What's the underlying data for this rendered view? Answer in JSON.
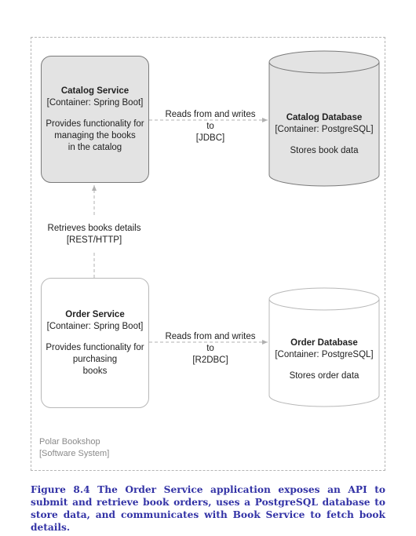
{
  "diagram": {
    "catalog_service": {
      "name": "Catalog Service",
      "type": "[Container: Spring Boot]",
      "description": [
        "Provides functionality for",
        "managing the books",
        "in the catalog"
      ]
    },
    "catalog_database": {
      "name": "Catalog Database",
      "type": "[Container: PostgreSQL]",
      "description": "Stores book data"
    },
    "order_service": {
      "name": "Order Service",
      "type": "[Container: Spring Boot]",
      "description": [
        "Provides functionality for purchasing",
        "books"
      ]
    },
    "order_database": {
      "name": "Order Database",
      "type": "[Container: PostgreSQL]",
      "description": "Stores order data"
    },
    "edges": {
      "catalog_to_db": {
        "label": "Reads from and writes to",
        "tech": "[JDBC]"
      },
      "order_to_db": {
        "label": "Reads from and writes to",
        "tech": "[R2DBC]"
      },
      "order_to_catalog": {
        "label": "Retrieves books details",
        "tech": "[REST/HTTP]"
      }
    },
    "system": {
      "name": "Polar Bookshop",
      "type": "[Software System]"
    },
    "colors": {
      "service_fill": "#e3e3e3",
      "connector": "#b0b0b0",
      "caption": "#3333a6"
    }
  },
  "caption": "Figure 8.4 The Order Service application exposes an API to submit and retrieve book orders, uses a PostgreSQL database to store data, and communicates with Book Service to fetch book details."
}
